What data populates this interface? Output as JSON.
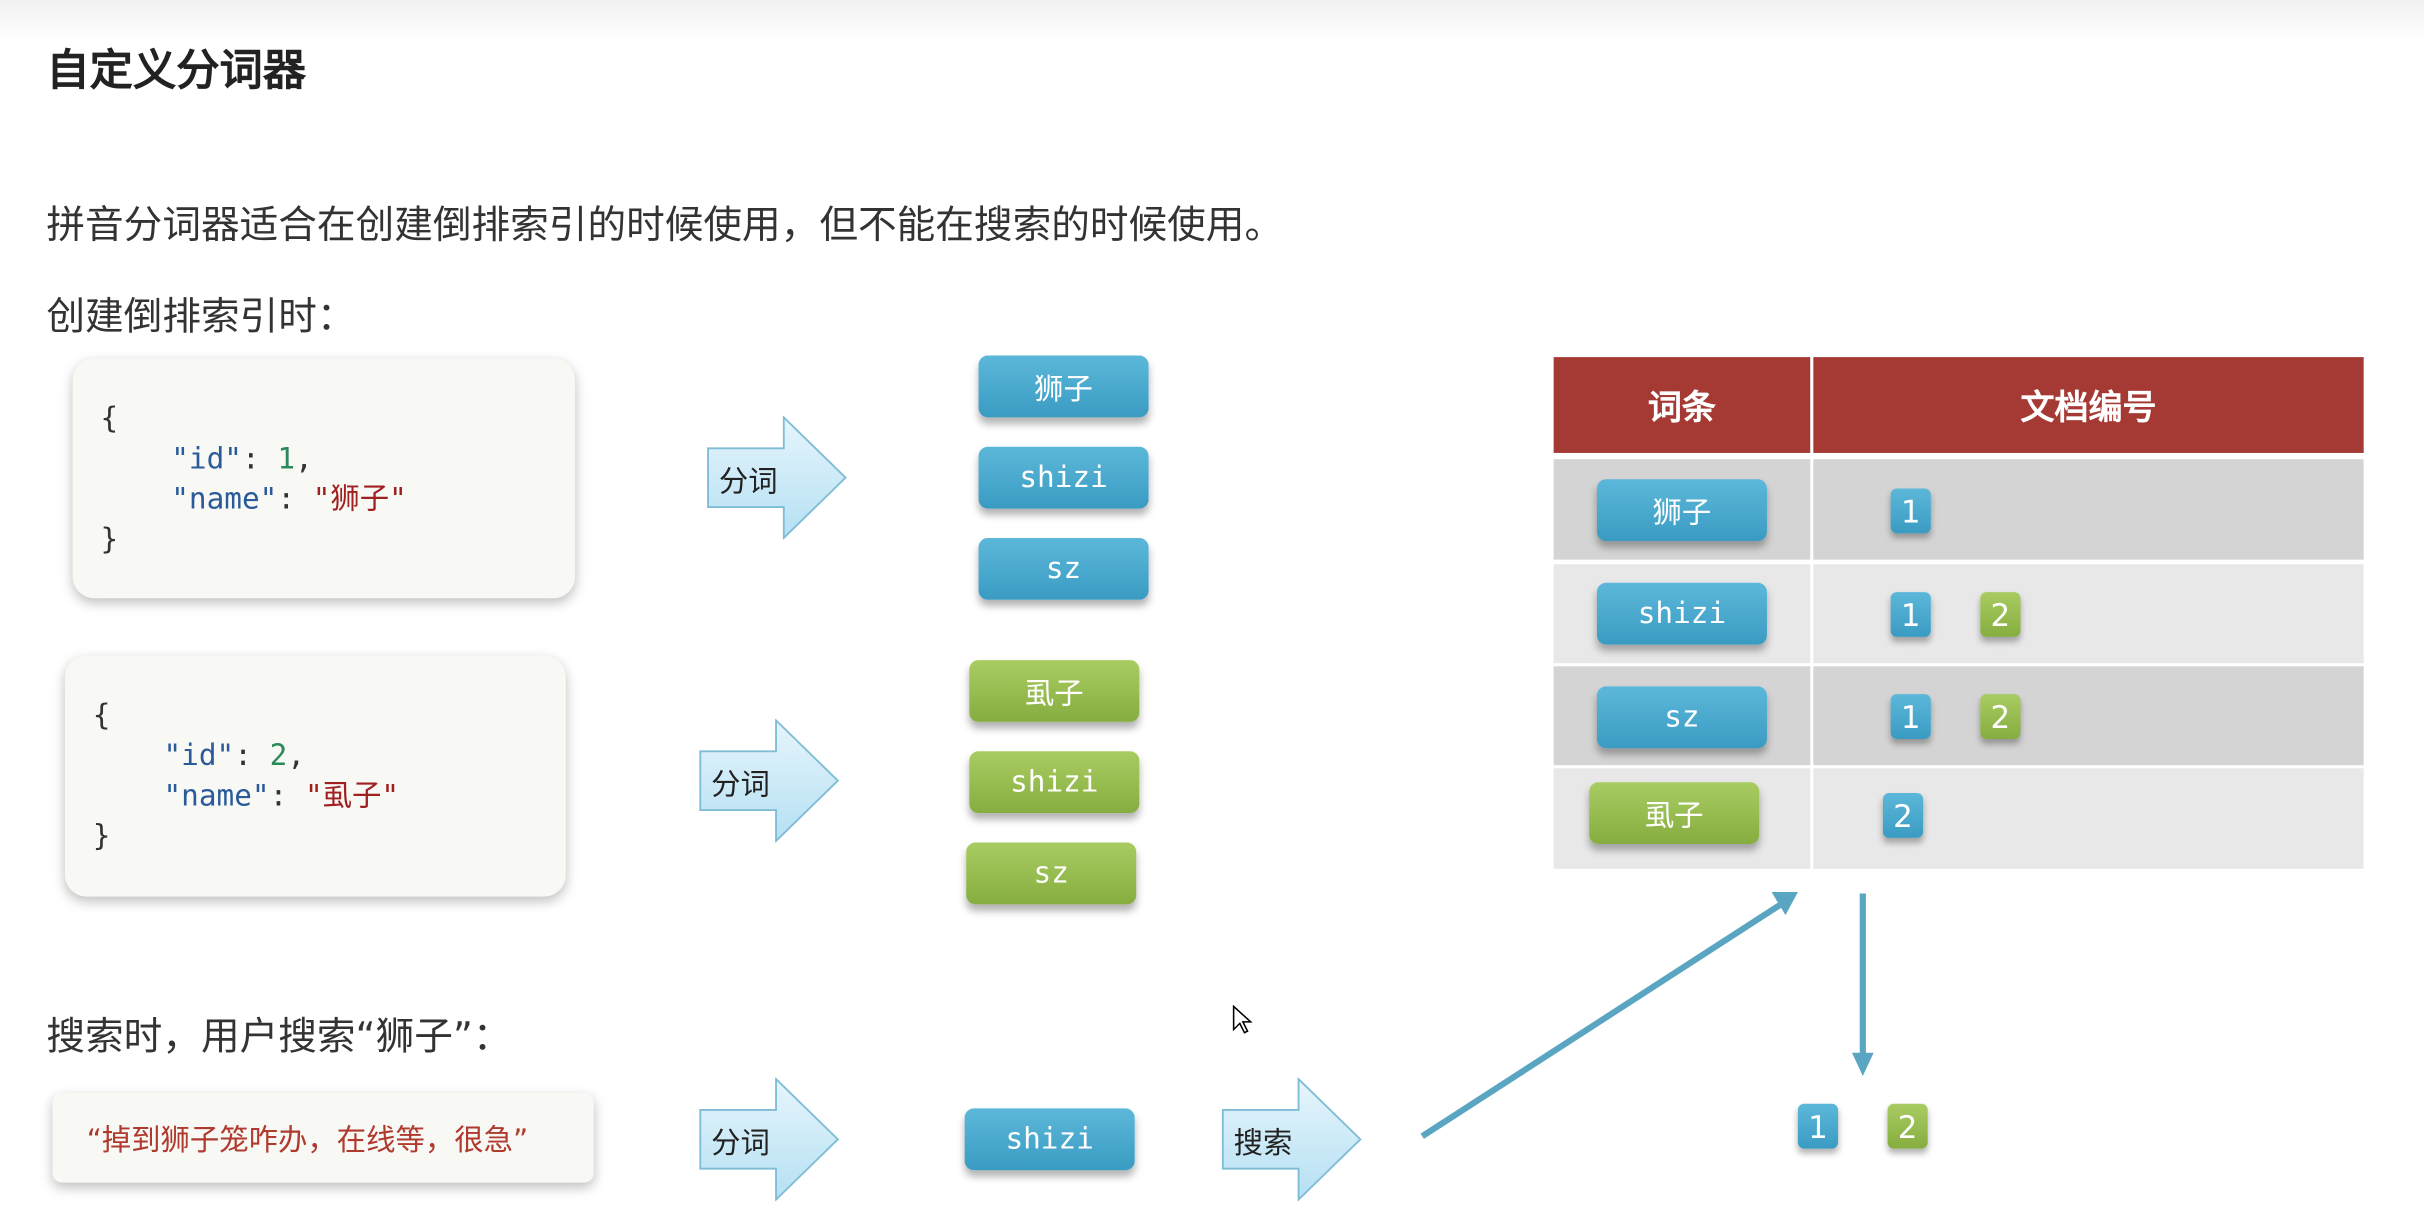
{
  "title": "自定义分词器",
  "intro": "拼音分词器适合在创建倒排索引的时候使用，但不能在搜索的时候使用。",
  "index_heading": "创建倒排索引时：",
  "docs": [
    {
      "open": "{",
      "id_key": "\"id\"",
      "id_val": "1",
      "name_key": "\"name\"",
      "name_val": "\"狮子\"",
      "close": "}",
      "tokens": [
        "狮子",
        "shizi",
        "sz"
      ]
    },
    {
      "open": "{",
      "id_key": "\"id\"",
      "id_val": "2",
      "name_key": "\"name\"",
      "name_val": "\"虱子\"",
      "close": "}",
      "tokens": [
        "虱子",
        "shizi",
        "sz"
      ]
    }
  ],
  "arrow_label_tokenize": "分词",
  "arrow_label_search": "搜索",
  "table": {
    "headers": [
      "词条",
      "文档编号"
    ],
    "rows": [
      {
        "term": "狮子",
        "term_color": "blue",
        "docs": [
          "1"
        ]
      },
      {
        "term": "shizi",
        "term_color": "blue",
        "docs": [
          "1",
          "2"
        ]
      },
      {
        "term": "sz",
        "term_color": "blue",
        "docs": [
          "1",
          "2"
        ]
      },
      {
        "term": "虱子",
        "term_color": "green",
        "docs": [
          "2"
        ]
      }
    ]
  },
  "search_heading": "搜索时，用户搜索“狮子”：",
  "query": "“掉到狮子笼咋办，在线等，很急”",
  "query_token": "shizi",
  "results": [
    "1",
    "2"
  ],
  "colors": {
    "blue": "#4aaad0",
    "green": "#98bd4f",
    "header": "#a53a34"
  }
}
